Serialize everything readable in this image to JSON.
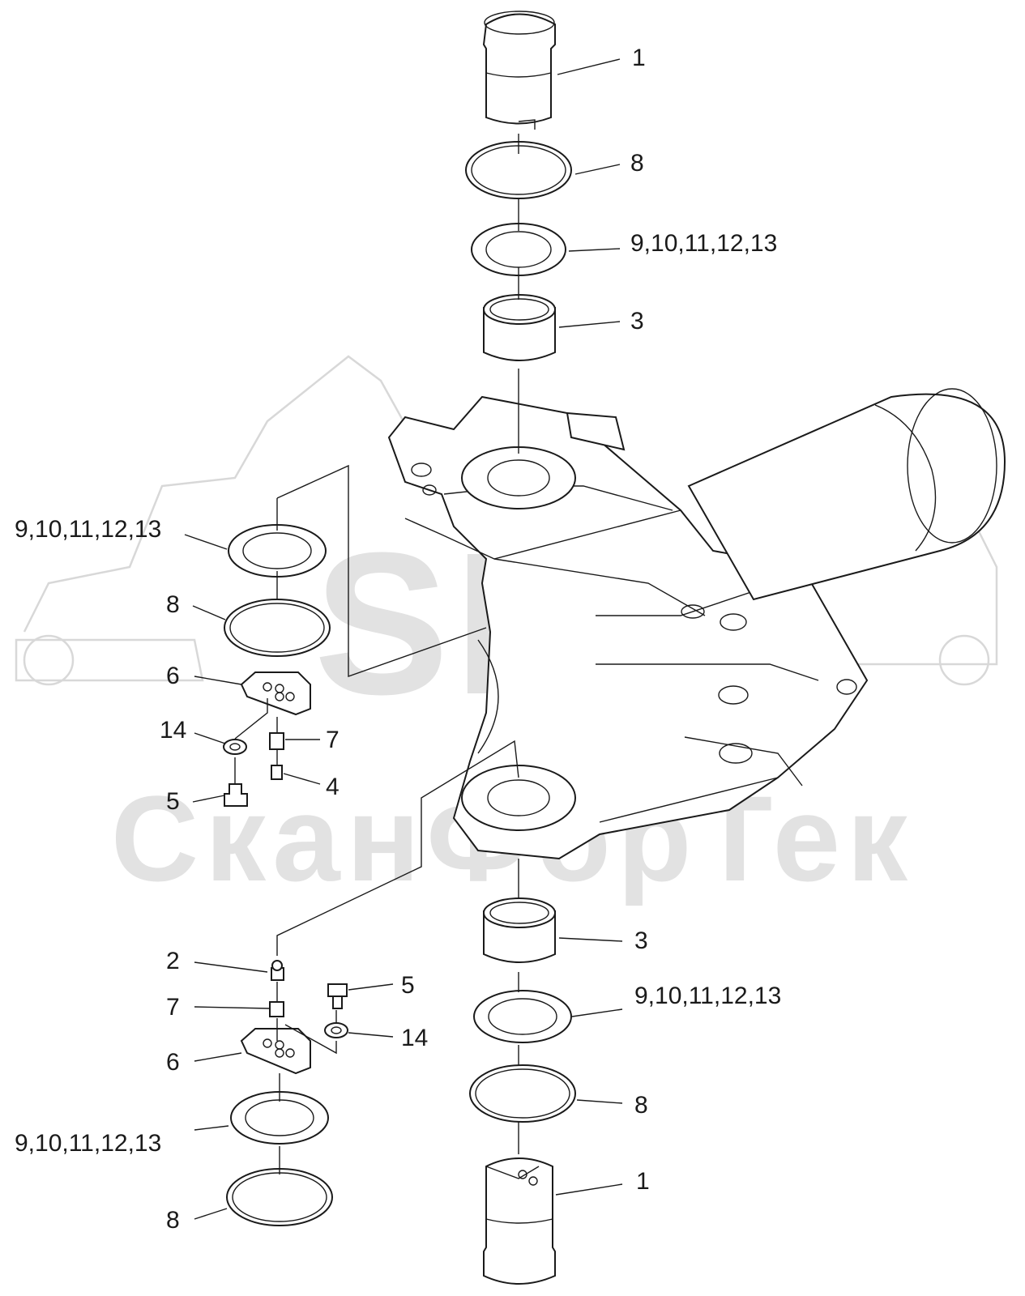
{
  "watermark": {
    "brand": "SFT",
    "company": "СканФорТек"
  },
  "callouts": [
    {
      "id": "c1-top",
      "text": "1"
    },
    {
      "id": "c8-top",
      "text": "8"
    },
    {
      "id": "c9-top",
      "text": "9,10,11,12,13"
    },
    {
      "id": "c3-top",
      "text": "3"
    },
    {
      "id": "c9-left",
      "text": "9,10,11,12,13"
    },
    {
      "id": "c8-left",
      "text": "8"
    },
    {
      "id": "c6-left",
      "text": "6"
    },
    {
      "id": "c14-left",
      "text": "14"
    },
    {
      "id": "c7-left",
      "text": "7"
    },
    {
      "id": "c4-left",
      "text": "4"
    },
    {
      "id": "c5-left",
      "text": "5"
    },
    {
      "id": "c3-bot",
      "text": "3"
    },
    {
      "id": "c2-bot",
      "text": "2"
    },
    {
      "id": "c5-bot",
      "text": "5"
    },
    {
      "id": "c7-bot",
      "text": "7"
    },
    {
      "id": "c9-bot",
      "text": "9,10,11,12,13"
    },
    {
      "id": "c14-bot",
      "text": "14"
    },
    {
      "id": "c6-bot",
      "text": "6"
    },
    {
      "id": "c8-bot",
      "text": "8"
    },
    {
      "id": "c9-bl",
      "text": "9,10,11,12,13"
    },
    {
      "id": "c1-bot",
      "text": "1"
    },
    {
      "id": "c8-bl",
      "text": "8"
    }
  ]
}
